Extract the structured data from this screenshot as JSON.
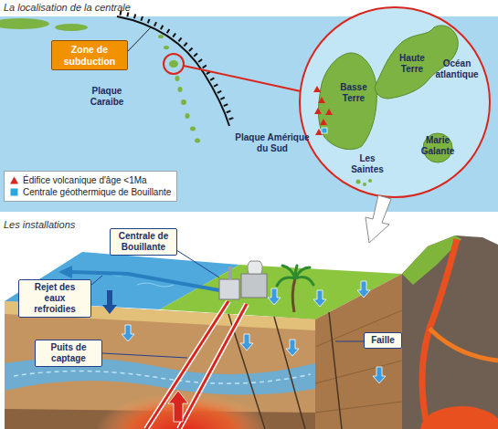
{
  "diagram": {
    "nodes": [
      {
        "text": [
          "Zone de subduction"
        ]
      },
      {
        "text": [
          "Centrale de Bouillante"
        ]
      },
      {
        "text": [
          "Rejet des eaux refroidies"
        ]
      },
      {
        "text": [
          "Puits de captage"
        ]
      },
      {
        "text": [
          "Faille"
        ]
      }
    ],
    "labels": [
      "La localisation de la centrale",
      "Plaque Caraibe",
      "Plaque Amérique du Sud",
      "Océan atlantique",
      "Haute Terre",
      "Basse Terre",
      "Marie Galante",
      "Les Saintes",
      "Les installations"
    ],
    "legend": [
      {
        "text": "Édifice volcanique d'âge <1Ma"
      },
      {
        "text": "Centrale géothermique de Bouillante"
      }
    ]
  }
}
